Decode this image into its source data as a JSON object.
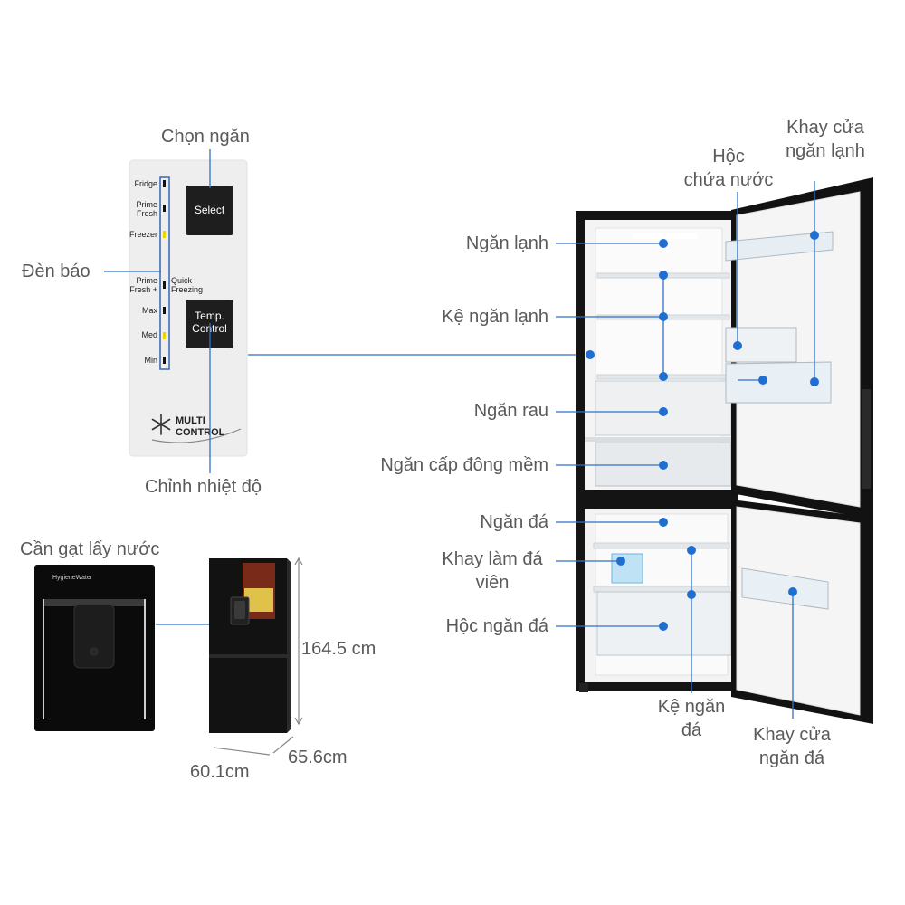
{
  "panel": {
    "indicators": [
      "Fridge",
      "Prime\nFresh",
      "Freezer",
      "Prime\nFresh +",
      "Max",
      "Med",
      "Min"
    ],
    "quick_freezing": "Quick\nFreezing",
    "select_button": "Select",
    "temp_button": "Temp.\nControl",
    "logo_line1": "MULTI",
    "logo_line2": "CONTROL"
  },
  "callouts": {
    "chon_ngan": "Chọn ngăn",
    "den_bao": "Đèn báo",
    "chinh_nhiet_do": "Chỉnh nhiệt độ",
    "can_gat": "Cần gạt lấy nước",
    "ngan_lanh": "Ngăn lạnh",
    "ke_ngan_lanh": "Kệ ngăn lạnh",
    "ngan_rau": "Ngăn rau",
    "ngan_cap_dong": "Ngăn cấp đông mềm",
    "ngan_da": "Ngăn đá",
    "khay_lam_da": "Khay làm đá\nviên",
    "hoc_ngan_da": "Hộc ngăn đá",
    "ke_ngan_da": "Kệ ngăn\nđá",
    "hoc_chua_nuoc": "Hộc\nchứa nước",
    "khay_cua_ngan_lanh": "Khay cửa\nngăn lạnh",
    "khay_cua_ngan_da": "Khay cửa\nngăn đá"
  },
  "dispenser_brand": "HygieneWater",
  "dimensions": {
    "height": "164.5 cm",
    "width": "60.1cm",
    "depth": "65.6cm"
  },
  "colors": {
    "accent": "#1f6fd1",
    "fridge_body": "#141414",
    "indicator_blue": "#2d5fa8",
    "indicator_yellow": "#e8d400"
  }
}
